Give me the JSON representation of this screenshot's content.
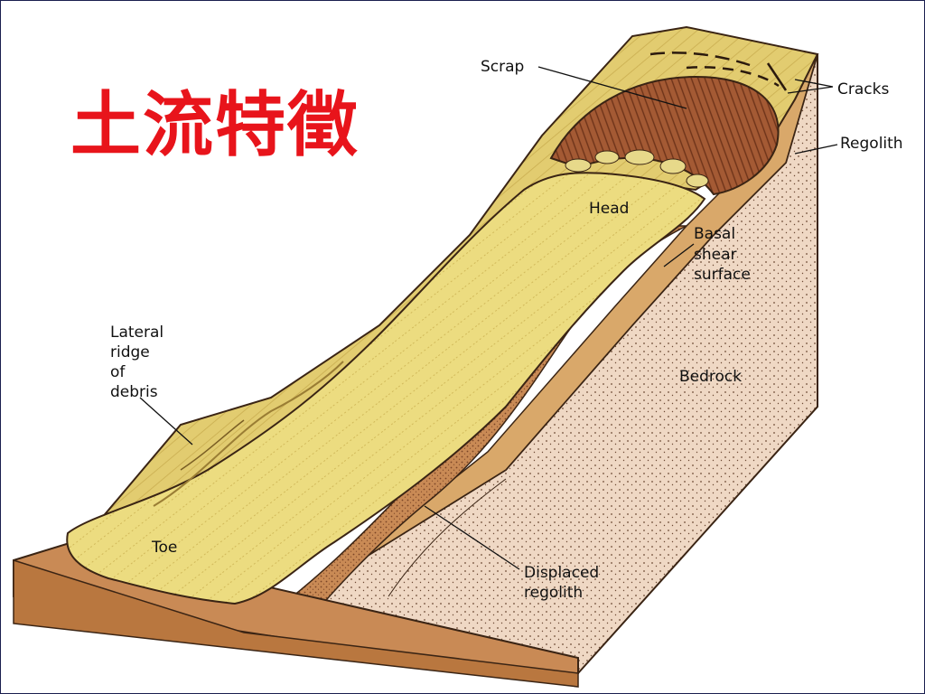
{
  "slide": {
    "title": "土流特徵"
  },
  "diagram": {
    "labels": {
      "scrap": "Scrap",
      "cracks": "Cracks",
      "regolith": "Regolith",
      "head": "Head",
      "basal_shear_surface": [
        "Basal",
        "shear",
        "surface"
      ],
      "bedrock": "Bedrock",
      "lateral_ridge_of_debris": [
        "Lateral",
        "ridge",
        "of",
        "debris"
      ],
      "toe": "Toe",
      "displaced_regolith": [
        "Displaced",
        "regolith"
      ]
    },
    "colors": {
      "title": "#e8141b",
      "flow_yellow": "#ead97a",
      "top_surface": "#e4cf74",
      "regolith_tan": "#d9a86a",
      "displaced_regolith": "#c98a55",
      "bedrock": "#ecd4bf",
      "scarp_brown": "#8a4a2c",
      "outline": "#3a2414"
    }
  }
}
